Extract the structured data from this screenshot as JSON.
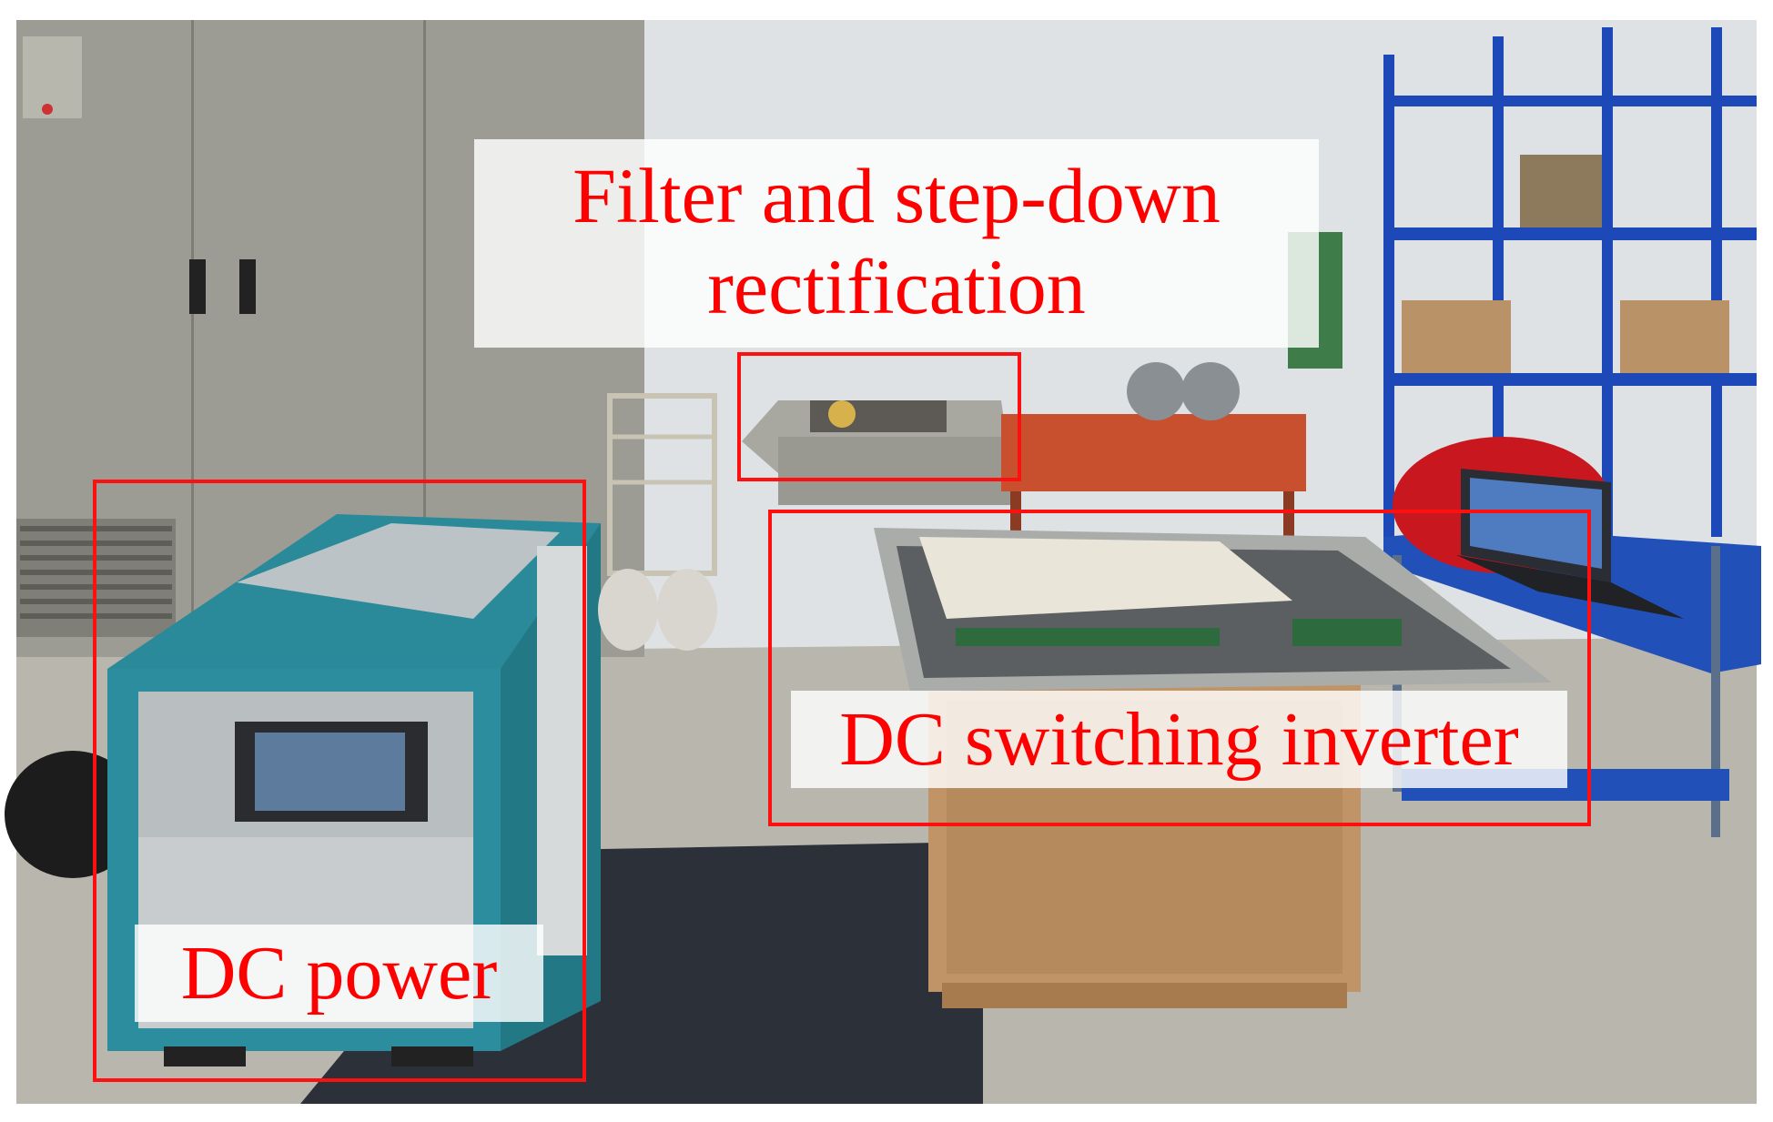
{
  "annotations": {
    "filter_line1": "Filter and step-down",
    "filter_line2": "rectification",
    "dc_switching_inverter": "DC switching inverter",
    "dc_power": "DC power"
  },
  "colors": {
    "annotation_text": "#ff0000",
    "annotation_frame": "#ff1010",
    "label_background": "#ffffff"
  }
}
